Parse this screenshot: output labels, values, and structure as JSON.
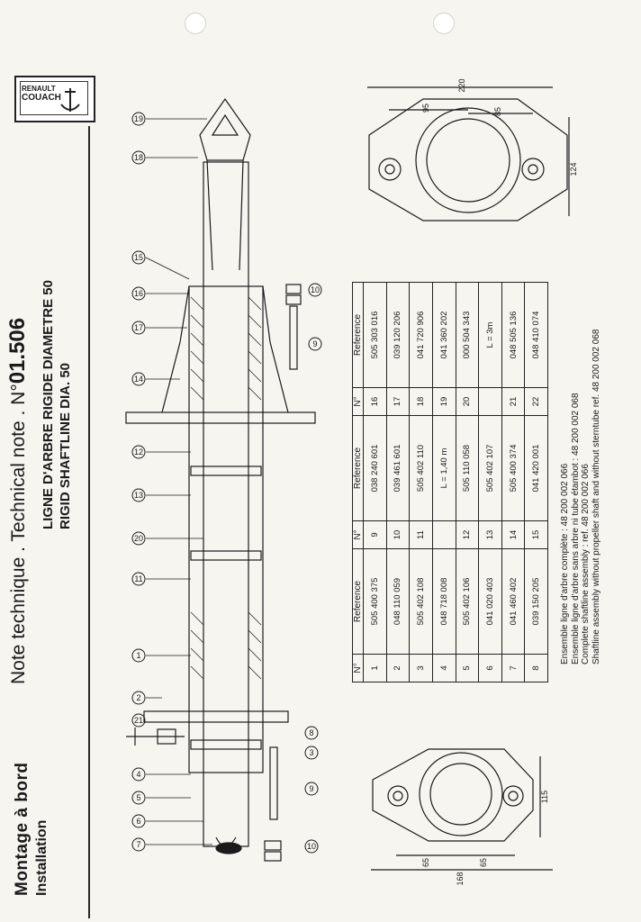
{
  "header": {
    "section_fr": "Montage à bord",
    "section_en": "Installation",
    "note_label": "Note technique . Technical note . N°",
    "note_number": "01.506",
    "title_fr": "LIGNE D'ARBRE RIGIDE DIAMETRE 50",
    "title_en": "RIGID SHAFTLINE DIA. 50"
  },
  "logo": {
    "line1": "RENAULT",
    "line2": "COUACH"
  },
  "drawing": {
    "callouts": [
      "19",
      "18",
      "15",
      "16",
      "17",
      "14",
      "12",
      "13",
      "20",
      "11",
      "1",
      "2",
      "21",
      "4",
      "5",
      "6",
      "7",
      "8",
      "3",
      "9",
      "10",
      "9",
      "10"
    ],
    "flange_top_dims": [
      "220",
      "95",
      "85",
      "124"
    ],
    "flange_bottom_dims": [
      "115",
      "65",
      "65",
      "168"
    ]
  },
  "table": {
    "headers": [
      "N°",
      "Reference",
      "N°",
      "Reference",
      "N°",
      "Reference"
    ],
    "rows": [
      [
        "1",
        "505 400 375",
        "9",
        "038 240 601",
        "16",
        "505 303 016"
      ],
      [
        "2",
        "048 110 059",
        "10",
        "039 461 601",
        "17",
        "039 120 206"
      ],
      [
        "3",
        "505 402 108",
        "11",
        "505 402 110",
        "18",
        "041 720 906"
      ],
      [
        "4",
        "048 718 008",
        "",
        "L = 1,40 m",
        "19",
        "041 360 202"
      ],
      [
        "5",
        "505 402 106",
        "12",
        "505 110 058",
        "20",
        "000 504 343"
      ],
      [
        "6",
        "041 020 403",
        "13",
        "505 402 107",
        "",
        "L = 3m"
      ],
      [
        "7",
        "041 460 402",
        "14",
        "505 400 374",
        "21",
        "048 505 136"
      ],
      [
        "8",
        "039 150 205",
        "15",
        "041 420 001",
        "22",
        "048 410 074"
      ]
    ]
  },
  "assemblies": [
    "Ensemble ligne d'arbre complète   : 48 200 002 066",
    "Ensemble ligne d'arbre sans arbre ni tube étambot  : 48 200 002 068",
    "Complete shaftline assembly : ref. 48 200 002 066",
    "Shaftline assembly without propeller shaft and without sterntube ref. 48 200 002 068"
  ]
}
